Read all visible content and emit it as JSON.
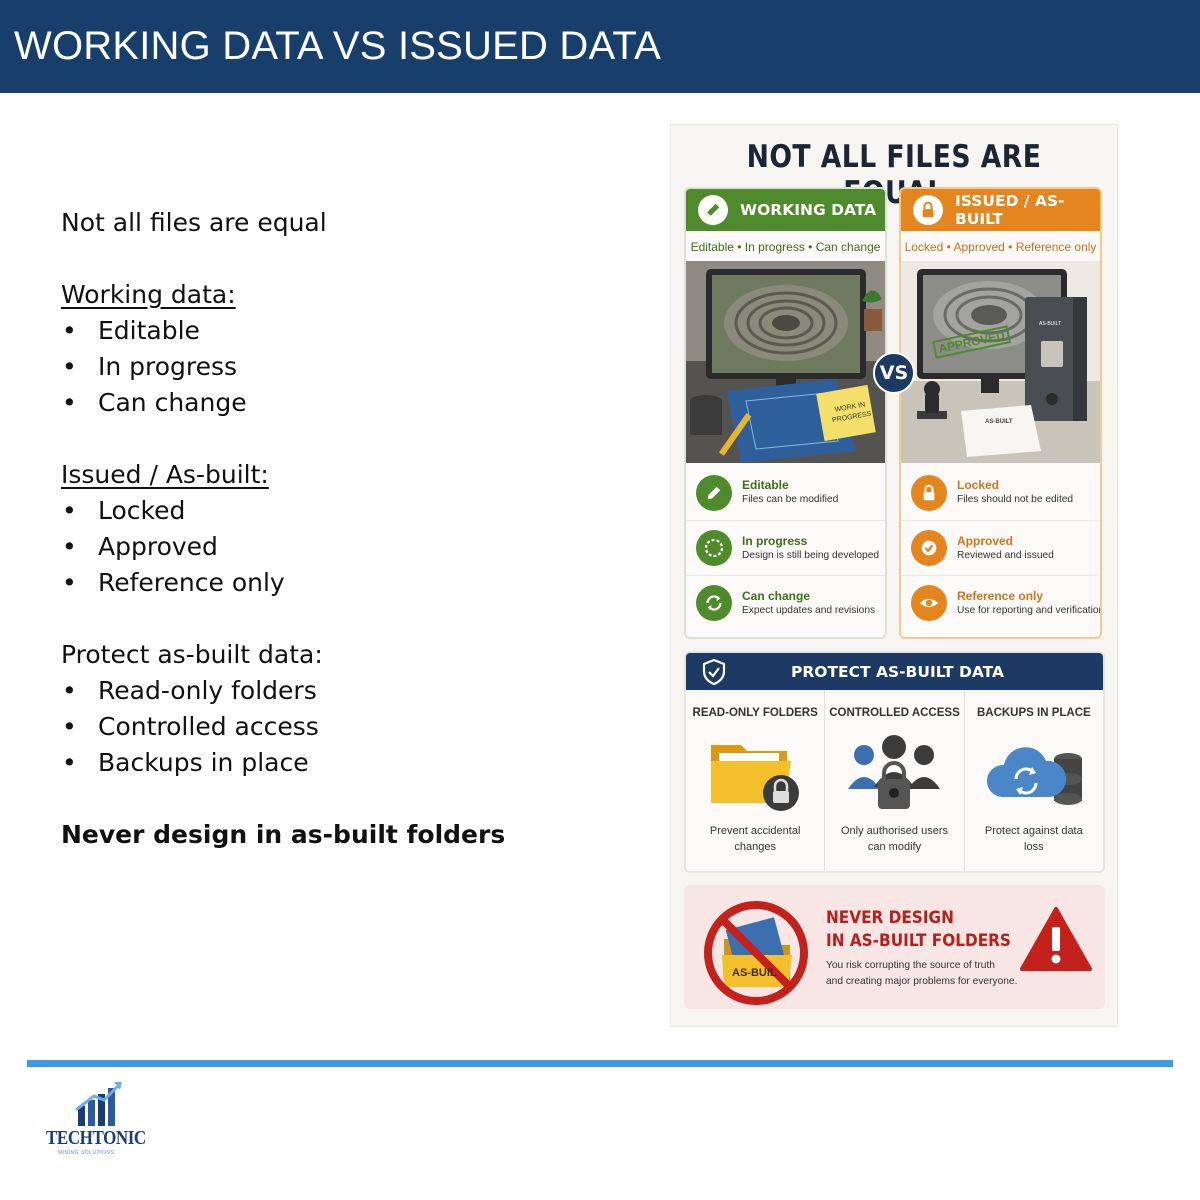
{
  "slide": {
    "title": "WORKING DATA VS ISSUED DATA"
  },
  "left": {
    "intro": "Not all files are equal",
    "working": {
      "heading": "Working data: ",
      "items": [
        "Editable",
        "In progress",
        "Can change"
      ]
    },
    "issued": {
      "heading": "Issued / As-built: ",
      "items": [
        "Locked",
        "Approved",
        "Reference only"
      ]
    },
    "protect": {
      "heading": "Protect as-built data:",
      "items": [
        "Read-only folders",
        "Controlled access",
        "Backups in place"
      ]
    },
    "bullet": "•",
    "closing": "Never design in as-built folders"
  },
  "infographic": {
    "title": "NOT ALL FILES ARE EQUAL",
    "vs": "VS",
    "working": {
      "title": "WORKING DATA",
      "subtitle": "Editable • In progress • Can change",
      "note": "WORK IN PROGRESS",
      "features": [
        {
          "title": "Editable",
          "desc": "Files can be modified",
          "icon": "pencil-icon"
        },
        {
          "title": "In progress",
          "desc": "Design is still being developed",
          "icon": "progress-ring-icon"
        },
        {
          "title": "Can change",
          "desc": "Expect updates and revisions",
          "icon": "refresh-icon"
        }
      ]
    },
    "issued": {
      "title": "ISSUED / AS-BUILT",
      "subtitle": "Locked • Approved • Reference only",
      "stamp": "APPROVED",
      "binder_label": "AS-BUILT",
      "document_label": "AS-BUILT",
      "features": [
        {
          "title": "Locked",
          "desc": "Files should not be edited",
          "icon": "lock-icon"
        },
        {
          "title": "Approved",
          "desc": "Reviewed and issued",
          "icon": "check-badge-icon"
        },
        {
          "title": "Reference only",
          "desc": "Use for reporting and verification",
          "icon": "eye-icon"
        }
      ]
    },
    "protect": {
      "title": "PROTECT AS-BUILT DATA",
      "columns": [
        {
          "title": "READ-ONLY FOLDERS",
          "desc": "Prevent accidental changes",
          "icon": "locked-folder-icon"
        },
        {
          "title": "CONTROLLED ACCESS",
          "desc": "Only authorised users can modify",
          "icon": "users-lock-icon"
        },
        {
          "title": "BACKUPS IN PLACE",
          "desc": "Protect against data loss",
          "icon": "cloud-backup-icon"
        }
      ]
    },
    "warning": {
      "title_line1": "NEVER DESIGN",
      "title_line2": "IN AS-BUILT FOLDERS",
      "desc_line1": "You risk corrupting the source of truth",
      "desc_line2": "and creating major problems for everyone.",
      "folder_label": "AS-BUIL"
    }
  },
  "footer": {
    "logo_name": "TECHTONIC",
    "logo_tagline": "MINING SOLUTIONS"
  },
  "colors": {
    "title_bar": "#183f6b",
    "working_green": "#4f8a2c",
    "issued_orange": "#e4861d",
    "protect_navy": "#1c3a64",
    "warning_red": "#c4201c",
    "footer_rule": "#3c9be8"
  }
}
